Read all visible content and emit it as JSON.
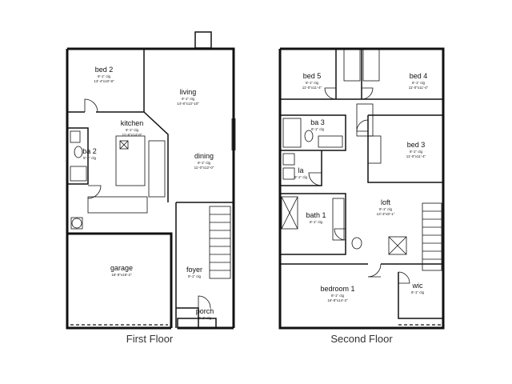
{
  "floors": [
    {
      "id": "first",
      "caption": "First Floor",
      "rooms": [
        {
          "id": "bed-2",
          "name": "bed 2",
          "line1": "9'-1\" clg",
          "line2": "13'-4\"x10'-8\""
        },
        {
          "id": "living",
          "name": "living",
          "line1": "9'-1\" clg",
          "line2": "14'-8\"x13'-10\""
        },
        {
          "id": "kitchen",
          "name": "kitchen",
          "line1": "9'-1\" clg",
          "line2": "11'-6\"x14'-8\""
        },
        {
          "id": "ba-2",
          "name": "ba 2",
          "line1": "9'-1\" clg",
          "line2": ""
        },
        {
          "id": "dining",
          "name": "dining",
          "line1": "9'-1\" clg",
          "line2": "11'-0\"x12'-0\""
        },
        {
          "id": "garage",
          "name": "garage",
          "line1": "18'-9\"x18'-2\"",
          "line2": ""
        },
        {
          "id": "foyer",
          "name": "foyer",
          "line1": "9'-1\" clg",
          "line2": ""
        },
        {
          "id": "porch",
          "name": "porch",
          "line1": "9'-1\" clg",
          "line2": ""
        }
      ]
    },
    {
      "id": "second",
      "caption": "Second Floor",
      "rooms": [
        {
          "id": "bed-5",
          "name": "bed 5",
          "line1": "8'-1\" clg",
          "line2": "11'-0\"x11'-4\""
        },
        {
          "id": "bed-4",
          "name": "bed 4",
          "line1": "8'-1\" clg",
          "line2": "11'-0\"x11'-4\""
        },
        {
          "id": "ba-3",
          "name": "ba 3",
          "line1": "8'-1\" clg",
          "line2": ""
        },
        {
          "id": "bed-3",
          "name": "bed 3",
          "line1": "8'-1\" clg",
          "line2": "11'-0\"x11'-4\""
        },
        {
          "id": "la",
          "name": "la",
          "line1": "8'-1\" clg",
          "line2": ""
        },
        {
          "id": "loft",
          "name": "loft",
          "line1": "8'-1\" clg",
          "line2": "13'-3\"x8'-1\""
        },
        {
          "id": "bath-1",
          "name": "bath 1",
          "line1": "8'-1\" clg",
          "line2": ""
        },
        {
          "id": "bedroom-1",
          "name": "bedroom 1",
          "line1": "8'-1\" clg",
          "line2": "16'-8\"x14'-3\""
        },
        {
          "id": "wic",
          "name": "wic",
          "line1": "8'-1\" clg",
          "line2": ""
        }
      ]
    }
  ]
}
